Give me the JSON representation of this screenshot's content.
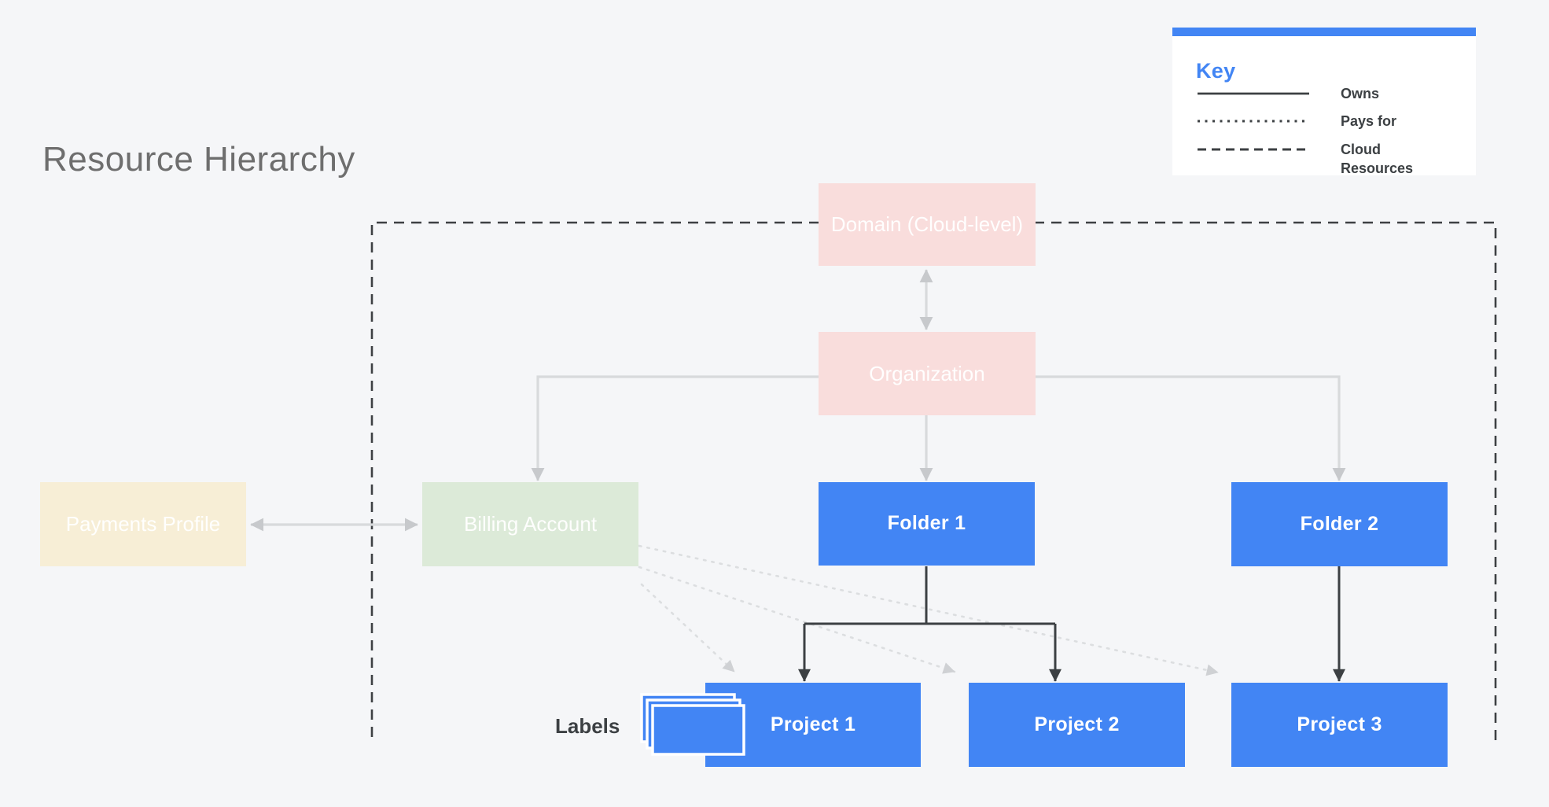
{
  "title": "Resource Hierarchy",
  "key": {
    "heading": "Key",
    "items": [
      {
        "style": "solid",
        "label": "Owns"
      },
      {
        "style": "dotted",
        "label": "Pays for"
      },
      {
        "style": "dashed",
        "label": "Cloud Resources"
      }
    ]
  },
  "nodes": {
    "domain": {
      "label": "Domain (Cloud-level)",
      "color": "pink"
    },
    "organization": {
      "label": "Organization",
      "color": "pink"
    },
    "payments_profile": {
      "label": "Payments Profile",
      "color": "cream"
    },
    "billing_account": {
      "label": "Billing Account",
      "color": "green"
    },
    "folder1": {
      "label": "Folder 1",
      "color": "blue"
    },
    "folder2": {
      "label": "Folder 2",
      "color": "blue"
    },
    "project1": {
      "label": "Project 1",
      "color": "blue"
    },
    "project2": {
      "label": "Project 2",
      "color": "blue"
    },
    "project3": {
      "label": "Project 3",
      "color": "blue"
    }
  },
  "annotations": {
    "labels_caption": "Labels"
  },
  "colors": {
    "background": "#f5f6f8",
    "accent_blue": "#4285f4",
    "node_pink": "#f9dddc",
    "node_green": "#dcead8",
    "node_cream": "#f7eed6",
    "title_text": "#6e6e6e",
    "dark_line": "#3c4043",
    "gray_line": "#d8dadc",
    "dotted_line": "#dcdee0",
    "boundary_dash": "#3e4144"
  }
}
